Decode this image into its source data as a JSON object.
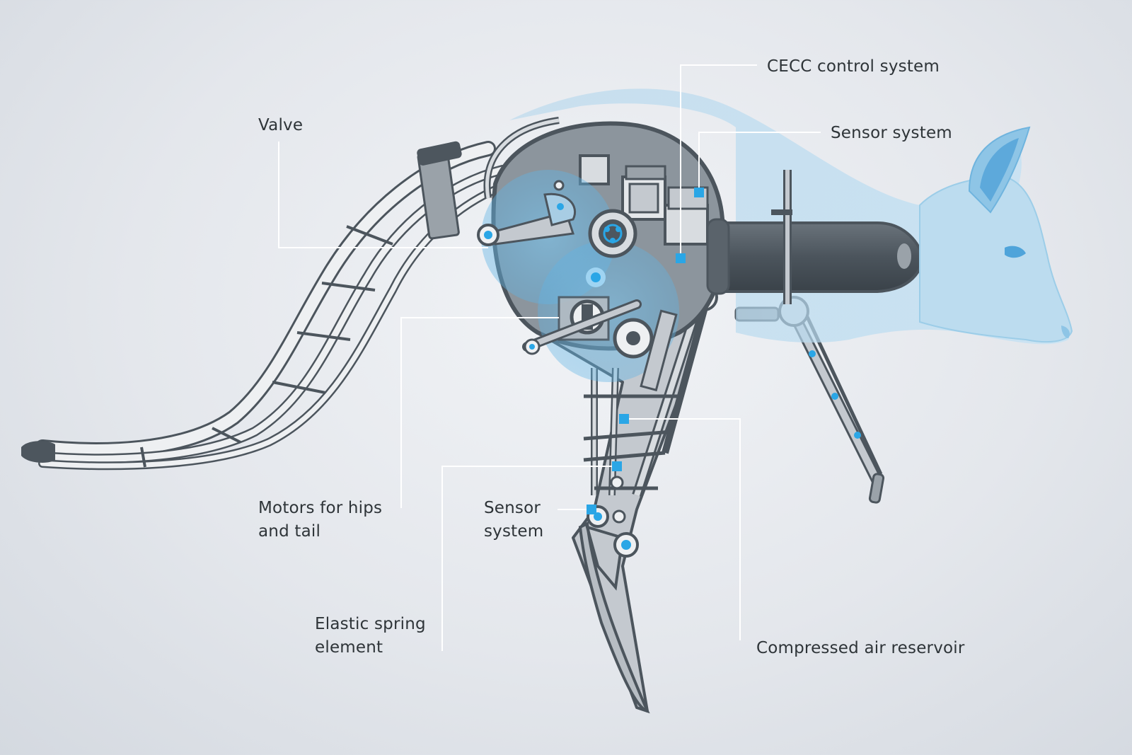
{
  "diagram": {
    "labels": {
      "cecc_control_system": "CECC control system",
      "sensor_system_top": "Sensor system",
      "valve": "Valve",
      "motors_line1": "Motors for hips",
      "motors_line2": "and tail",
      "sensor_system_leg_line1": "Sensor",
      "sensor_system_leg_line2": "system",
      "elastic_line1": "Elastic spring",
      "elastic_line2": "element",
      "compressed_air_reservoir": "Compressed air reservoir"
    },
    "colors": {
      "background": "#e4e7ec",
      "frame_stroke": "#4c555d",
      "frame_fill": "#c4c9cf",
      "body_dark": "#4d565e",
      "accent_blue": "#2aa6e6",
      "skin_blue": "#bcdcef",
      "leader_line": "#ffffff"
    }
  }
}
